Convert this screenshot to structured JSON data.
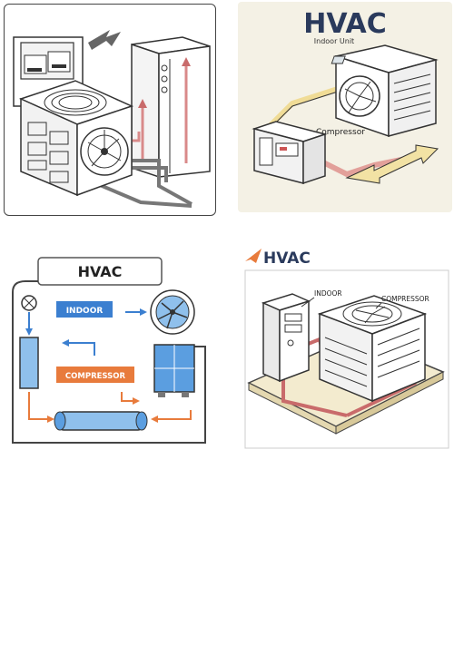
{
  "panels": {
    "p2": {
      "title": "HVAC",
      "indoor_unit_label": "Indoor Unit",
      "compressor_label": "Compressor"
    },
    "p3": {
      "title": "HVAC",
      "indoor_label": "INDOOR",
      "compressor_label": "COMPRESSOR"
    },
    "p4": {
      "title": "HVAC",
      "indoor_label": "INDOOR",
      "compressor_label": "COMPRESSOR"
    }
  },
  "stock_id": "1511857195",
  "colors": {
    "outline": "#333333",
    "pipe_red": "#d98a8a",
    "pipe_blue": "#3b7fd0",
    "accent_orange": "#e87b3c",
    "title_navy": "#2a3a5c",
    "pipe_yellow": "#f0dc96"
  }
}
